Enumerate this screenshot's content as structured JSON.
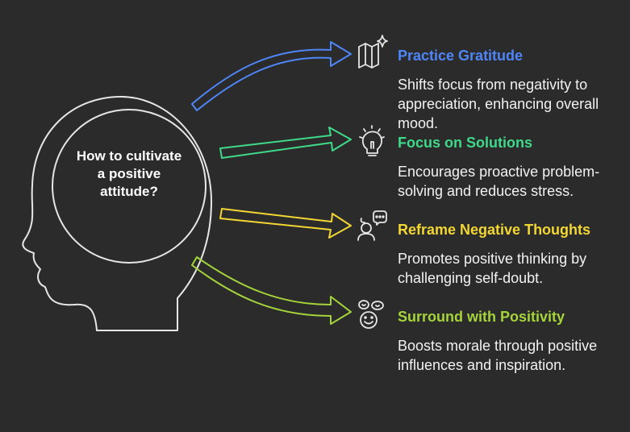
{
  "center": {
    "text": "How to cultivate a positive attitude?"
  },
  "colors": {
    "background": "#2b2b2b",
    "outline": "#e6e6e6",
    "blue": "#4f86f7",
    "green": "#3fd98a",
    "yellow": "#f2d633",
    "lime": "#a4d43a"
  },
  "items": [
    {
      "title": "Practice Gratitude",
      "description": "Shifts focus from negativity to appreciation, enhancing overall mood.",
      "icon": "map-sparkle-icon",
      "color": "#4f86f7"
    },
    {
      "title": "Focus on Solutions",
      "description": "Encourages proactive problem-solving and reduces stress.",
      "icon": "lightbulb-icon",
      "color": "#3fd98a"
    },
    {
      "title": "Reframe Negative Thoughts",
      "description": "Promotes positive thinking by challenging self-doubt.",
      "icon": "person-thought-bubble-icon",
      "color": "#f2d633"
    },
    {
      "title": "Surround with Positivity",
      "description": "Boosts morale through positive influences and inspiration.",
      "icon": "smiley-faces-icon",
      "color": "#a4d43a"
    }
  ]
}
